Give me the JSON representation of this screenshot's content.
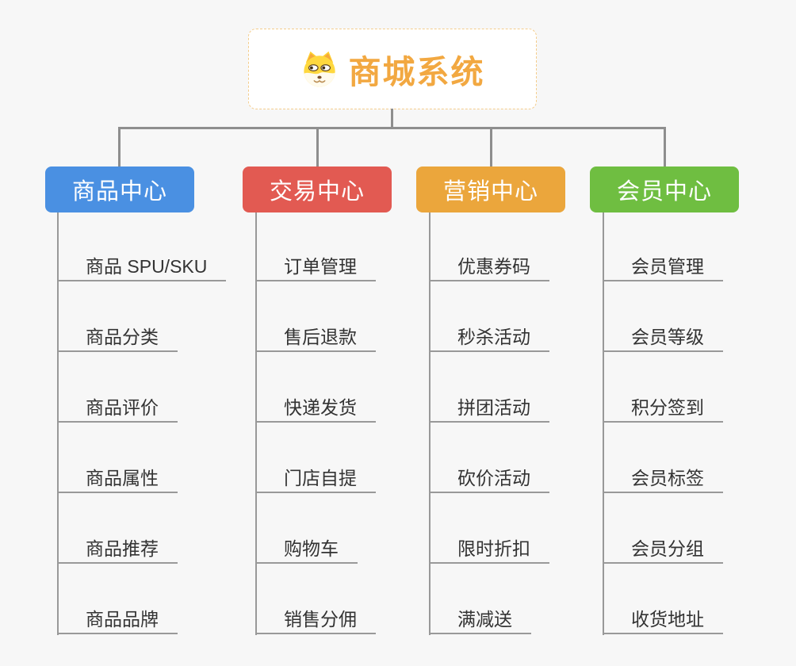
{
  "root": {
    "title": "商城系统",
    "icon": "dog-logo-icon"
  },
  "theme": {
    "background": "#f7f7f7",
    "connector_color": "#8e8e8e",
    "underline_color": "#999999",
    "root_border_color": "#f4cd8d",
    "root_title_color": "#f2a841",
    "child_text_color": "#333333"
  },
  "branches": [
    {
      "label": "商品中心",
      "color": "#4a90e2",
      "items": [
        "商品 SPU/SKU",
        "商品分类",
        "商品评价",
        "商品属性",
        "商品推荐",
        "商品品牌"
      ]
    },
    {
      "label": "交易中心",
      "color": "#e25a52",
      "items": [
        "订单管理",
        "售后退款",
        "快递发货",
        "门店自提",
        "购物车",
        "销售分佣"
      ]
    },
    {
      "label": "营销中心",
      "color": "#eba63c",
      "items": [
        "优惠券码",
        "秒杀活动",
        "拼团活动",
        "砍价活动",
        "限时折扣",
        "满减送"
      ]
    },
    {
      "label": "会员中心",
      "color": "#6fbe41",
      "items": [
        "会员管理",
        "会员等级",
        "积分签到",
        "会员标签",
        "会员分组",
        "收货地址"
      ]
    }
  ]
}
